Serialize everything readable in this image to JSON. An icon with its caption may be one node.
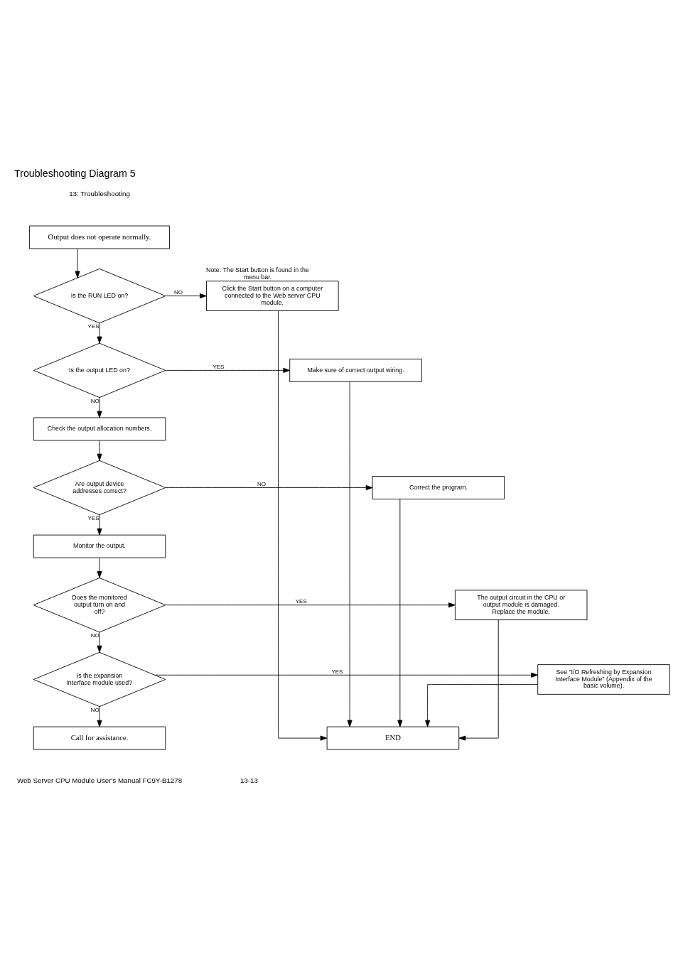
{
  "diagram": {
    "title": "Troubleshooting Diagram 5",
    "nodes": [
      {
        "text": [
          "Output does not operate normally."
        ]
      },
      {
        "text": [
          "Is the RUN LED on?"
        ]
      },
      {
        "text": [
          "Click the Start button on a computer connected to the Web server CPU module."
        ],
        "beside": [
          "Note: The Start button is found in the menu bar."
        ]
      },
      {
        "text": [
          "Is the output LED on?"
        ]
      },
      {
        "text": [
          "Make sure of correct output wiring."
        ]
      },
      {
        "text": [
          "Check the output allocation numbers."
        ]
      },
      {
        "text": [
          "Are output device addresses correct?"
        ]
      },
      {
        "text": [
          "Correct the program."
        ]
      },
      {
        "text": [
          "Monitor the output."
        ]
      },
      {
        "text": [
          "Does the monitored output turn on and off?"
        ]
      },
      {
        "text": [
          "The output circuit in the CPU or output module is damaged.",
          "Replace the module."
        ]
      },
      {
        "text": [
          "Is the expansion interface module used?"
        ]
      },
      {
        "text": [
          "See “I/O Refreshing by Expansion Interface Module” (Appendix of the basic volume)."
        ]
      },
      {
        "text": [
          "Call for assistance."
        ]
      },
      {
        "text": [
          "END"
        ]
      }
    ],
    "edges": [
      {
        "from": 0,
        "to": 1,
        "arrow": "to"
      },
      {
        "from": 1,
        "to": 2,
        "arrow": "to",
        "label": "NO"
      },
      {
        "from": 1,
        "to": 3,
        "arrow": "to",
        "label": "YES"
      },
      {
        "from": 3,
        "to": 4,
        "arrow": "to",
        "label": "YES"
      },
      {
        "from": 3,
        "to": 5,
        "arrow": "to",
        "label": "NO"
      },
      {
        "from": 5,
        "to": 6,
        "arrow": "to"
      },
      {
        "from": 6,
        "to": 7,
        "arrow": "to",
        "label": "NO"
      },
      {
        "from": 6,
        "to": 8,
        "arrow": "to",
        "label": "YES"
      },
      {
        "from": 8,
        "to": 9,
        "arrow": "to"
      },
      {
        "from": 9,
        "to": 10,
        "arrow": "to",
        "label": "YES"
      },
      {
        "from": 9,
        "to": 11,
        "arrow": "to",
        "label": "NO"
      },
      {
        "from": 11,
        "to": 12,
        "arrow": "to",
        "label": "YES"
      },
      {
        "from": 11,
        "to": 13,
        "arrow": "to",
        "label": "NO"
      },
      {
        "from": 2,
        "to": 14,
        "arrow": "to"
      },
      {
        "from": 4,
        "to": 14,
        "arrow": "to"
      },
      {
        "from": 7,
        "to": 14,
        "arrow": "to"
      },
      {
        "from": 10,
        "to": 14,
        "arrow": "to"
      },
      {
        "from": 12,
        "to": 14,
        "arrow": "to"
      }
    ],
    "labels": [
      "13: Troubleshooting",
      "Web Server CPU Module User's Manual FC9Y-B1278",
      "13-13"
    ]
  }
}
